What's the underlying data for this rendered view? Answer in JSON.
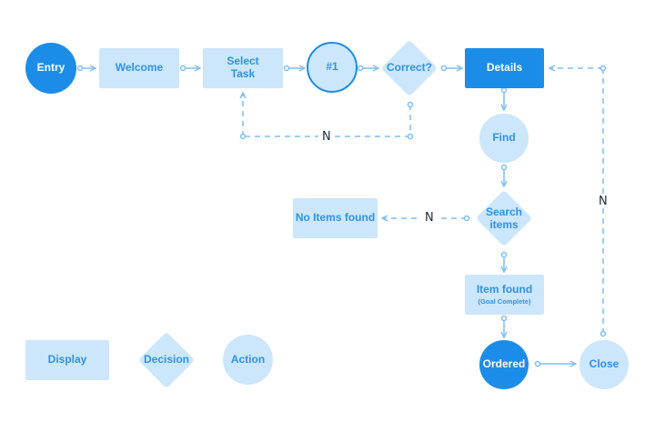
{
  "nodes": {
    "entry": "Entry",
    "welcome": "Welcome",
    "select_task_line1": "Select",
    "select_task_line2": "Task",
    "step_one": "#1",
    "correct": "Correct?",
    "details": "Details",
    "find": "Find",
    "search_items_line1": "Search",
    "search_items_line2": "items",
    "no_items_found": "No Items found",
    "item_found": "Item found",
    "goal_complete": "(Goal Complete)",
    "ordered": "Ordered",
    "close": "Close"
  },
  "edge_labels": {
    "correct_no": "N",
    "search_no": "N",
    "close_no": "N"
  },
  "legend": {
    "display": "Display",
    "decision": "Decision",
    "action": "Action"
  },
  "colors": {
    "light_fill": "#cce6fb",
    "dark_fill": "#1b8de9",
    "text_blue": "#2f93e8",
    "connector": "#7fbef2"
  }
}
